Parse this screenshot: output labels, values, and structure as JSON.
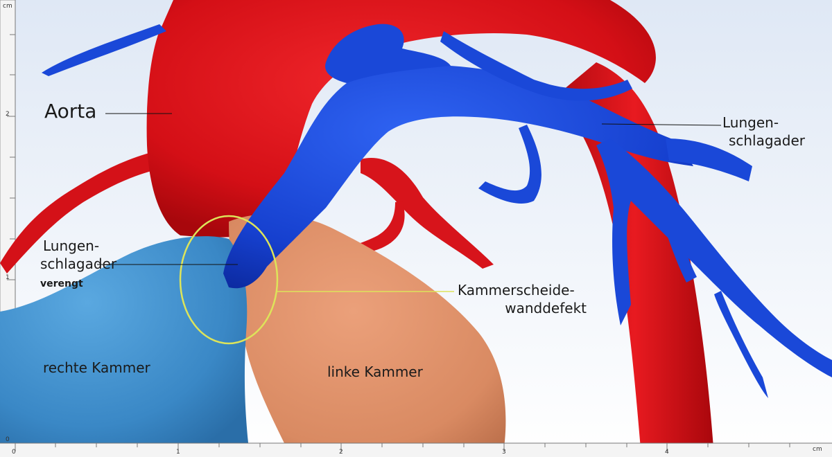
{
  "labels": {
    "aorta": "Aorta",
    "lung_artery_right_1": "Lungen-",
    "lung_artery_right_2": "schlagader",
    "lung_artery_left_1": "Lungen-",
    "lung_artery_left_2": "schlagader",
    "narrowed": "verengt",
    "vsd_1": "Kammerscheide-",
    "vsd_2": "wanddefekt",
    "right_ventricle": "rechte Kammer",
    "left_ventricle": "linke Kammer"
  },
  "ruler": {
    "unit": "cm",
    "x_ticks": [
      "0",
      "1",
      "2",
      "3",
      "4"
    ],
    "y_ticks": [
      "0",
      "1",
      "2"
    ]
  },
  "colors": {
    "aorta_red": "#e0121a",
    "pulmonary_blue": "#1546d6",
    "right_ventricle_blue": "#3f92cf",
    "left_ventricle_tan": "#e0926a",
    "vsd_ring": "#dde45a",
    "background": "#eef3fb"
  }
}
